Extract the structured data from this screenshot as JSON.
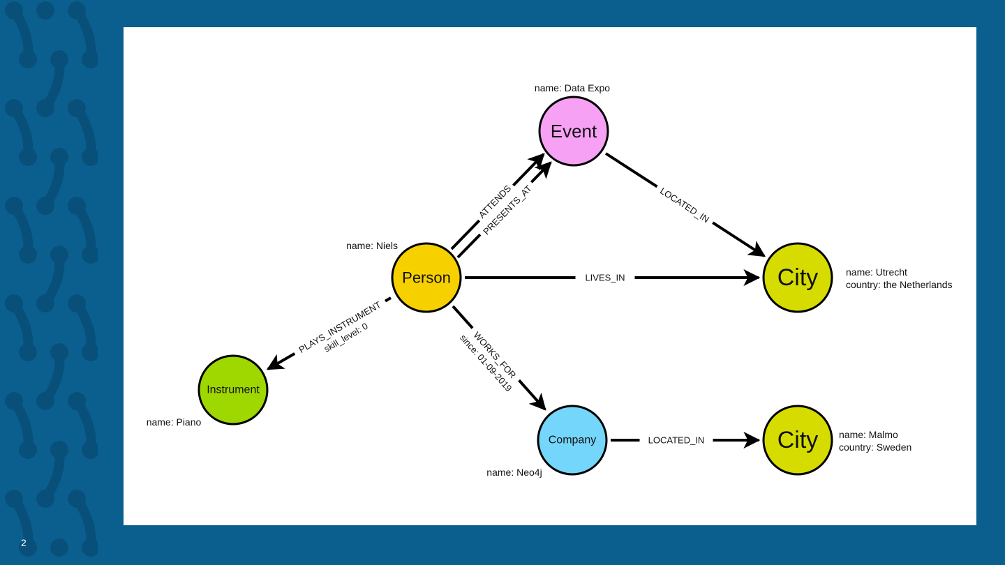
{
  "slide": {
    "number": "2"
  },
  "colors": {
    "background": "#0b5f8f",
    "pattern": "#08507a",
    "person": "#f7d000",
    "event": "#f7a1f5",
    "city": "#d7dc00",
    "company": "#74d6fb",
    "instrument": "#9ed800"
  },
  "nodes": [
    {
      "id": "person",
      "label": "Person",
      "props": [
        "name: Niels"
      ]
    },
    {
      "id": "event",
      "label": "Event",
      "props": [
        "name: Data Expo"
      ]
    },
    {
      "id": "city1",
      "label": "City",
      "props": [
        "name: Utrecht",
        "country: the Netherlands"
      ]
    },
    {
      "id": "company",
      "label": "Company",
      "props": [
        "name: Neo4j"
      ]
    },
    {
      "id": "city2",
      "label": "City",
      "props": [
        "name: Malmo",
        "country: Sweden"
      ]
    },
    {
      "id": "instrument",
      "label": "Instrument",
      "props": [
        "name: Piano"
      ]
    }
  ],
  "edges": [
    {
      "id": "attends",
      "label": "ATTENDS",
      "props": []
    },
    {
      "id": "presents_at",
      "label": "PRESENTS_AT",
      "props": []
    },
    {
      "id": "event_located_in",
      "label": "LOCATED_IN",
      "props": []
    },
    {
      "id": "lives_in",
      "label": "LIVES_IN",
      "props": []
    },
    {
      "id": "works_for",
      "label": "WORKS_FOR",
      "props": [
        "since: 01-09-2019"
      ]
    },
    {
      "id": "company_located_in",
      "label": "LOCATED_IN",
      "props": []
    },
    {
      "id": "plays_instrument",
      "label": "PLAYS_INSTRUMENT",
      "props": [
        "skill_level: 0"
      ]
    }
  ]
}
